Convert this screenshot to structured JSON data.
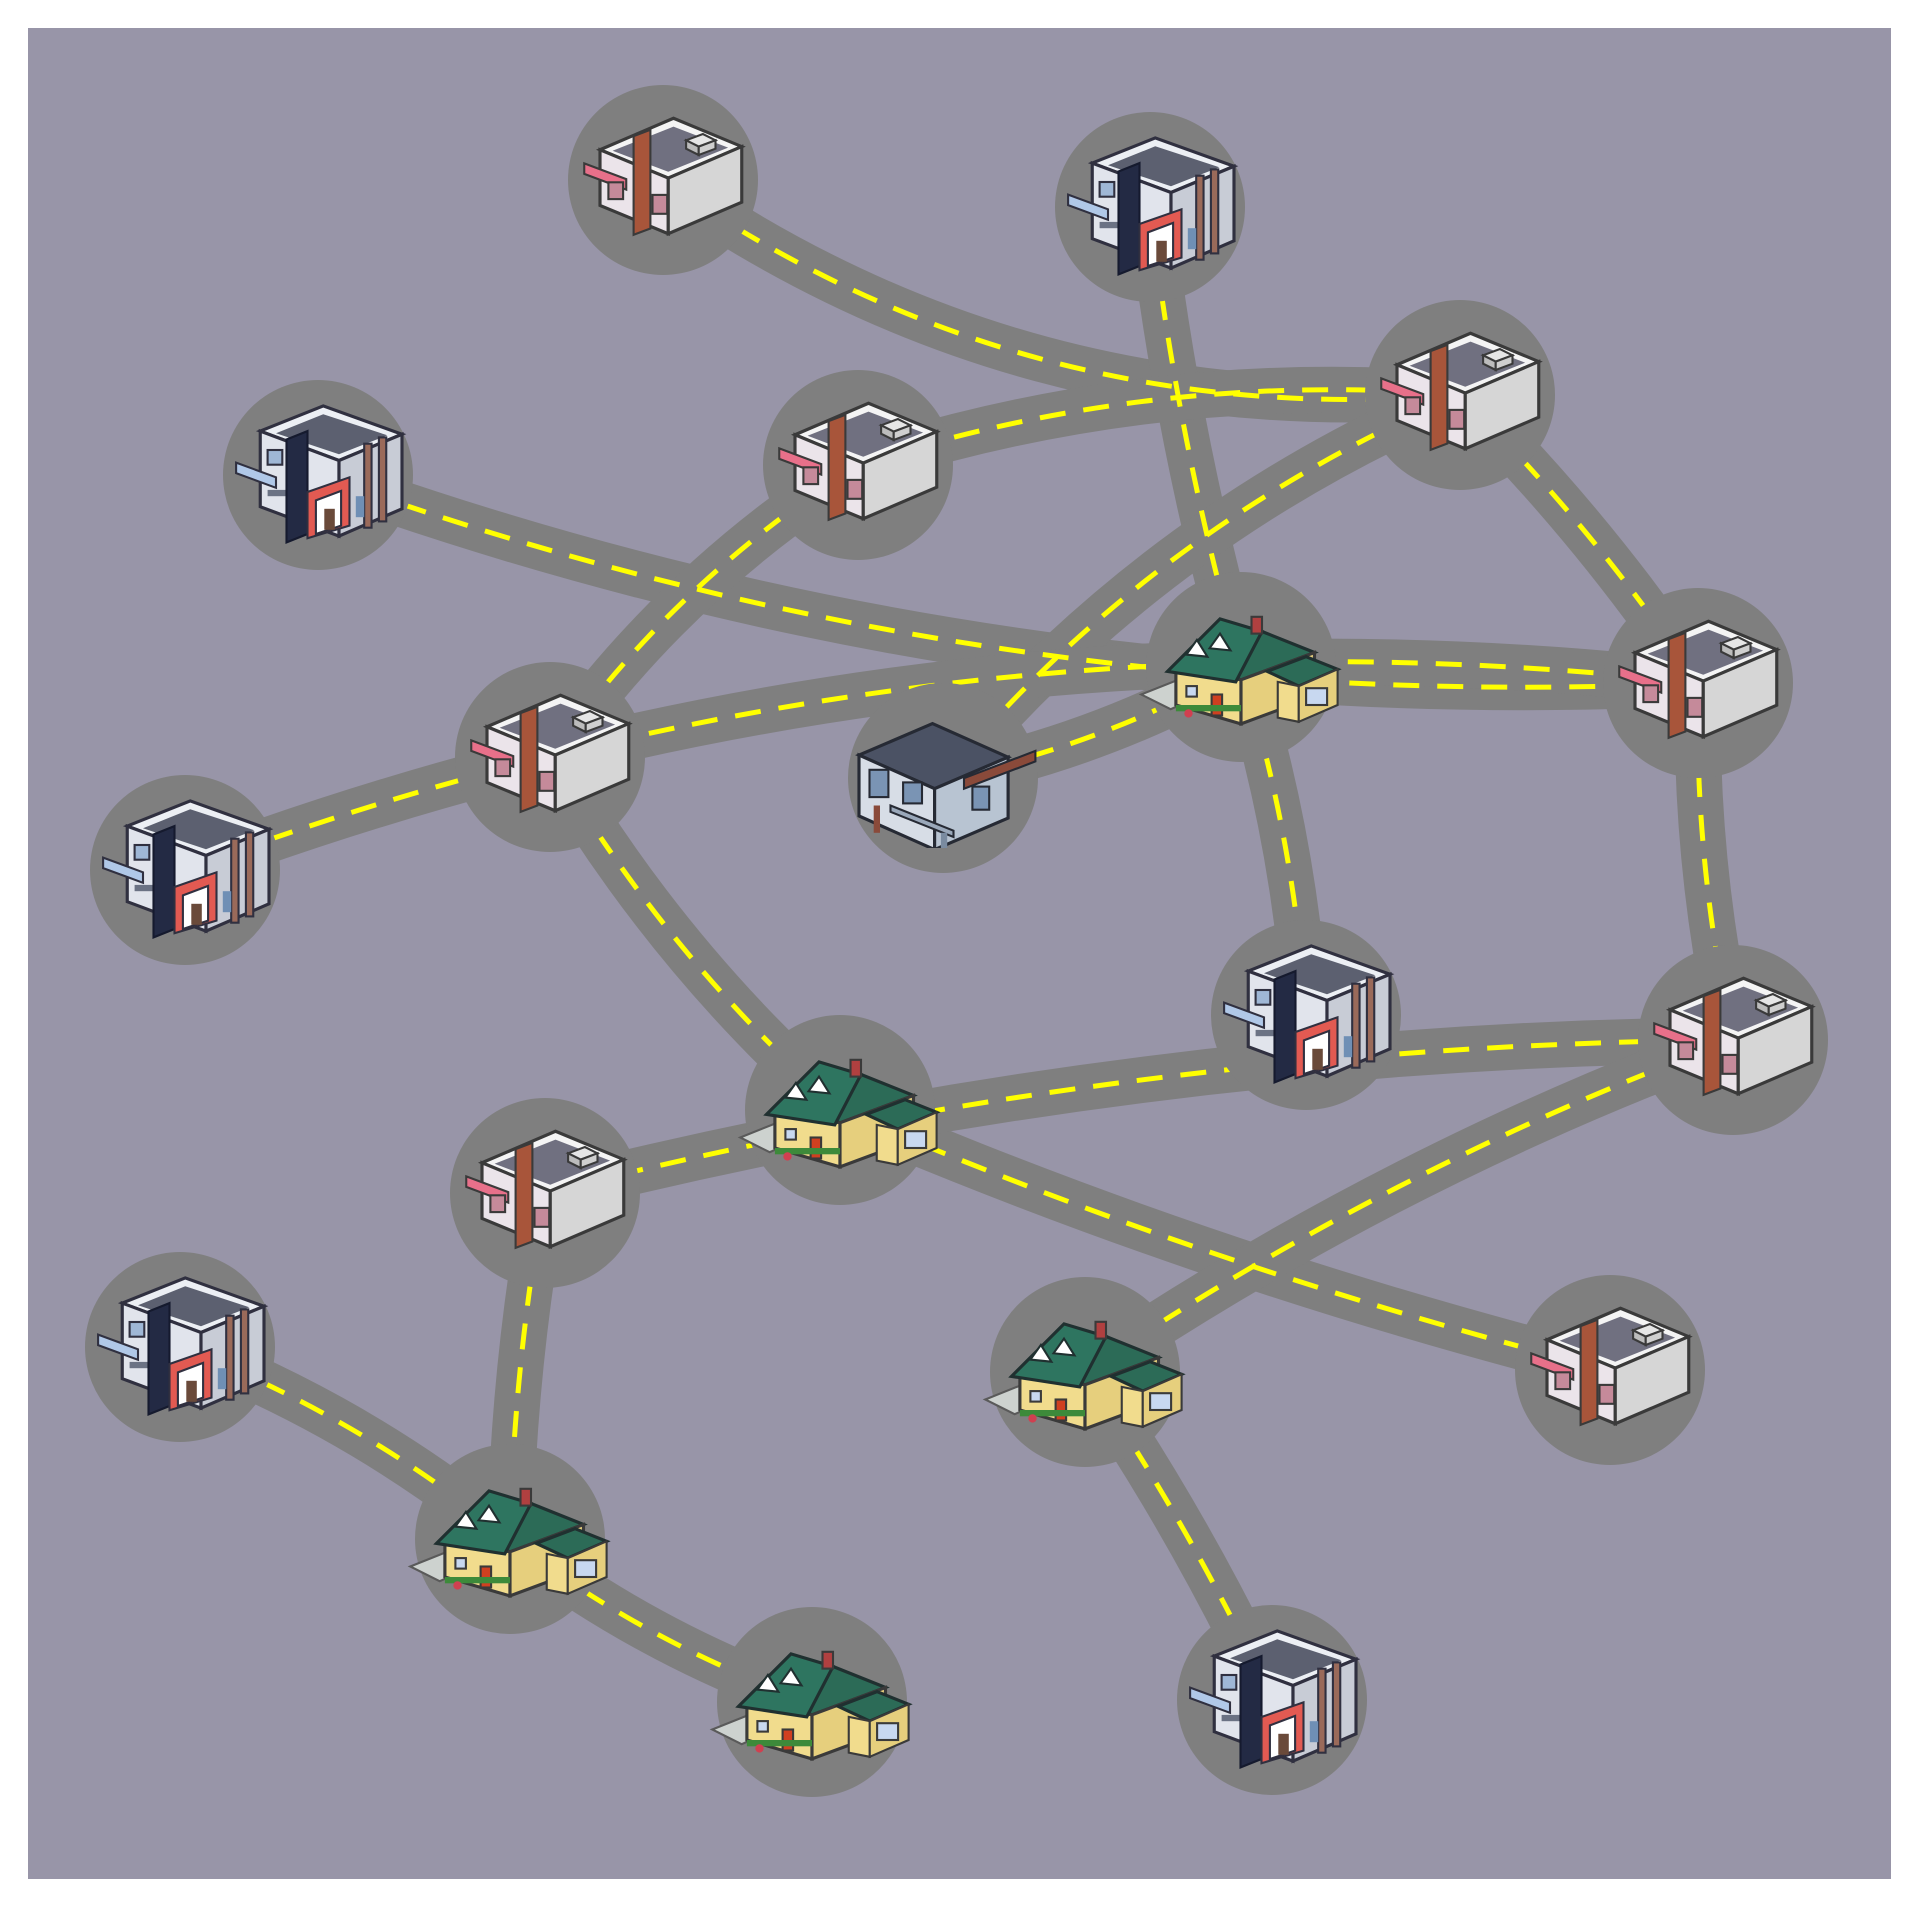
{
  "colors": {
    "background": "#ffffff",
    "ground": "#9895a8",
    "road": "#7f7f7f",
    "lane_marking": "#ffff00",
    "pad": "#7f7f7f"
  },
  "icons": {
    "shop": "shop-building-icon",
    "office": "office-building-icon",
    "house": "house-icon",
    "modern": "modern-house-icon"
  },
  "nodes": [
    {
      "id": "n1",
      "type": "shop"
    },
    {
      "id": "n2",
      "type": "office"
    },
    {
      "id": "n3",
      "type": "office"
    },
    {
      "id": "n4",
      "type": "shop"
    },
    {
      "id": "n5",
      "type": "shop"
    },
    {
      "id": "n6",
      "type": "house"
    },
    {
      "id": "n7",
      "type": "shop"
    },
    {
      "id": "n8",
      "type": "modern"
    },
    {
      "id": "n9",
      "type": "shop"
    },
    {
      "id": "n10",
      "type": "office"
    },
    {
      "id": "n11",
      "type": "office"
    },
    {
      "id": "n12",
      "type": "house"
    },
    {
      "id": "n13",
      "type": "shop"
    },
    {
      "id": "n14",
      "type": "shop"
    },
    {
      "id": "n15",
      "type": "office"
    },
    {
      "id": "n16",
      "type": "house"
    },
    {
      "id": "n17",
      "type": "shop"
    },
    {
      "id": "n18",
      "type": "house"
    },
    {
      "id": "n19",
      "type": "house"
    },
    {
      "id": "n20",
      "type": "office"
    }
  ],
  "edges": [
    {
      "from": "n1",
      "to": "n5"
    },
    {
      "from": "n2",
      "to": "n6"
    },
    {
      "from": "n5",
      "to": "n4"
    },
    {
      "from": "n3",
      "to": "n9"
    },
    {
      "from": "n5",
      "to": "n9"
    },
    {
      "from": "n5",
      "to": "n8"
    },
    {
      "from": "n8",
      "to": "n6"
    },
    {
      "from": "n4",
      "to": "n7"
    },
    {
      "from": "n7",
      "to": "n12"
    },
    {
      "from": "n12",
      "to": "n17"
    },
    {
      "from": "n10",
      "to": "n9"
    },
    {
      "from": "n9",
      "to": "n13"
    },
    {
      "from": "n6",
      "to": "n11"
    },
    {
      "from": "n13",
      "to": "n14"
    },
    {
      "from": "n13",
      "to": "n16"
    },
    {
      "from": "n14",
      "to": "n18"
    },
    {
      "from": "n15",
      "to": "n18"
    },
    {
      "from": "n18",
      "to": "n19"
    },
    {
      "from": "n16",
      "to": "n20"
    }
  ]
}
